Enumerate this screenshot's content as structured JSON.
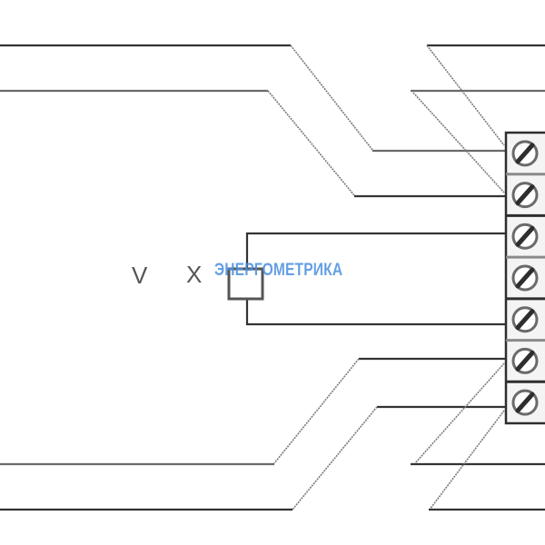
{
  "diagram": {
    "title": "Wiring diagram",
    "labels": {
      "v": "V",
      "x": "X"
    },
    "watermark": "ЭНЕРГОМЕТРИКА",
    "terminal_block": {
      "terminal_count": 7,
      "terminal_icon": "screw-icon"
    },
    "colors": {
      "wire_dark": "#333333",
      "wire_mid": "#6a6a6a",
      "terminal_border": "#2e2e2e",
      "screw": "#555555",
      "watermark": "#4a8fe0"
    }
  }
}
